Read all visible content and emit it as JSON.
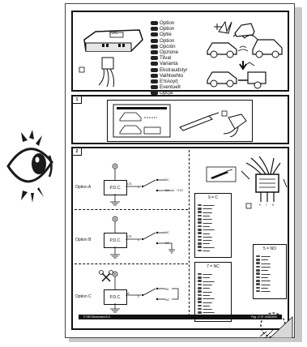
{
  "languages": [
    "Option",
    "Option",
    "Optie",
    "Option",
    "Opción",
    "Opzione",
    "Tilval",
    "Varianta",
    "Ekstraudstyr",
    "Vaihtoehto",
    "Επιλογή",
    "Eventuelt",
    "Opcja"
  ],
  "sections": {
    "one": "1",
    "two": "2"
  },
  "module_label": "PDC",
  "option_a": {
    "label": "Option A",
    "pdc": "P.D.C.",
    "cs": "CS",
    "c": "C",
    "nc": "NC",
    "no": "NO",
    "v": "+12V"
  },
  "option_b": {
    "label": "Option B",
    "pdc": "P.D.C.",
    "cs": "CS",
    "c": "C",
    "nc": "NC",
    "no": "NO"
  },
  "option_c": {
    "label": "Option C",
    "pdc": "P.D.C.",
    "a": "A",
    "c": "C",
    "nc": "NC",
    "no": "NO"
  },
  "pins": {
    "p9": "9 = C",
    "p7": "7 = NC",
    "p5": "5 = NO"
  },
  "pin_numbers": [
    "9",
    "7",
    "5"
  ],
  "footer": {
    "left": "© DEI Electronics B.V.",
    "right": "Pag. 2/ 2E-00000000"
  },
  "colors": {
    "ink": "#111111",
    "shadow": "#c9c9c9",
    "eye": "#1a1a1a"
  }
}
